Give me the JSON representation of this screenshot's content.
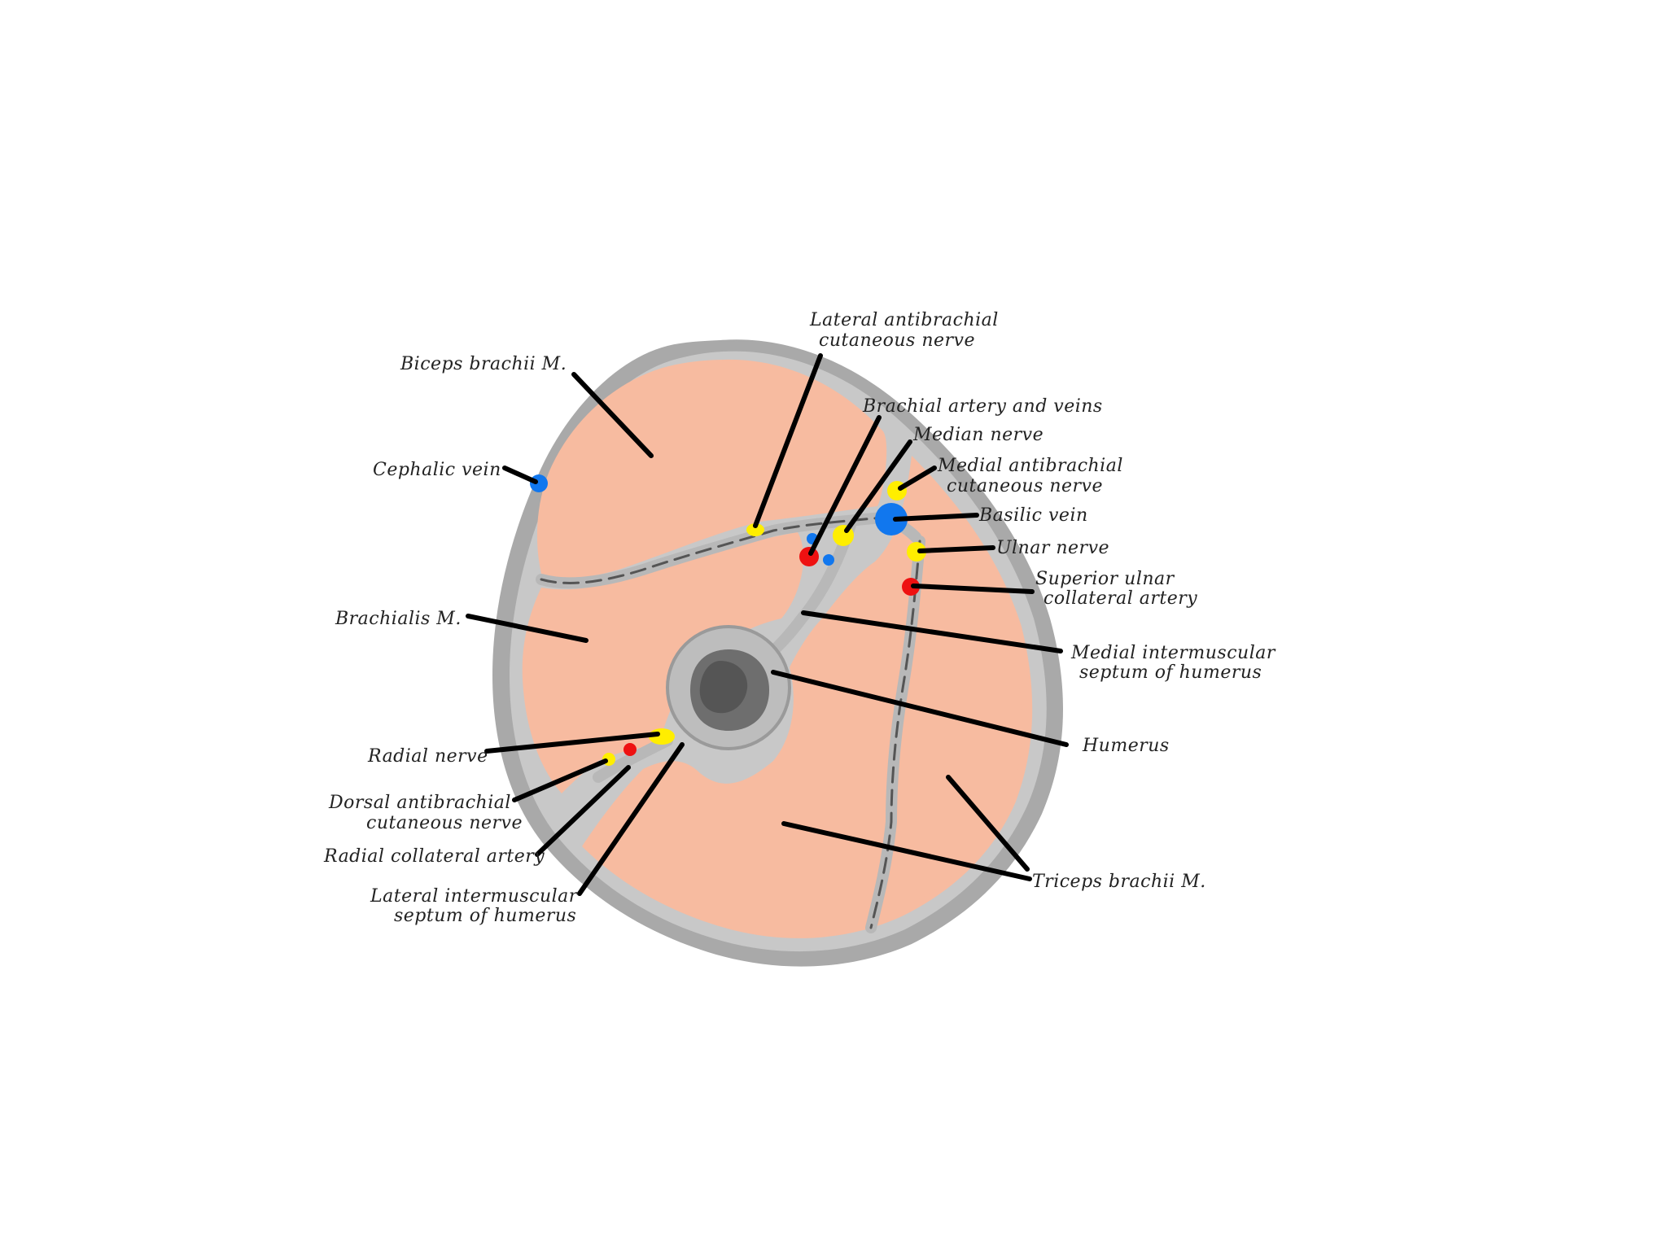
{
  "colors": {
    "muscle": "#f7bba0",
    "fascia": "#a9a9a9",
    "bone": "#bdbdbd",
    "marrow": "#6e6e6e",
    "nerve": "#ffee00",
    "artery": "#ee1111",
    "vein": "#1177ee",
    "leader": "#000000"
  },
  "labels": {
    "biceps": "Biceps brachii M.",
    "cephalic": "Cephalic vein",
    "lat_antibrachial_1": "Lateral antibrachial",
    "lat_antibrachial_2": "cutaneous nerve",
    "brachial": "Brachial artery and veins",
    "median": "Median nerve",
    "med_antibrachial_1": "Medial antibrachial",
    "med_antibrachial_2": "cutaneous nerve",
    "basilic": "Basilic vein",
    "ulnar": "Ulnar nerve",
    "sup_ulnar_1": "Superior ulnar",
    "sup_ulnar_2": "collateral artery",
    "brachialis": "Brachialis M.",
    "med_septum_1": "Medial intermuscular",
    "med_septum_2": "septum of humerus",
    "humerus": "Humerus",
    "radial_nerve": "Radial nerve",
    "dorsal_1": "Dorsal antibrachial",
    "dorsal_2": "cutaneous nerve",
    "radial_collateral": "Radial collateral artery",
    "lat_septum_1": "Lateral intermuscular",
    "lat_septum_2": "septum of humerus",
    "triceps": "Triceps brachii M."
  }
}
